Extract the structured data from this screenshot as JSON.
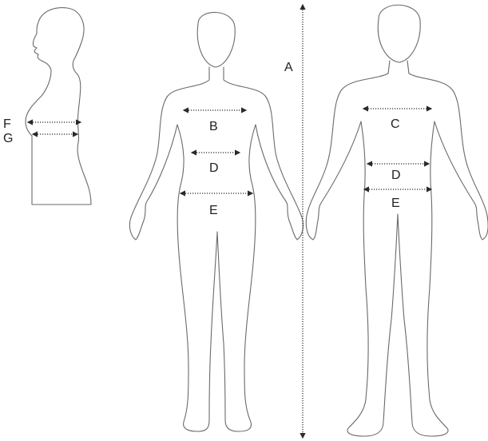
{
  "figures": {
    "side_bust": {
      "label_bust": "F",
      "label_underbust": "G"
    },
    "female": {
      "label_bust": "B",
      "label_waist": "D",
      "label_hip": "E"
    },
    "male": {
      "label_chest": "C",
      "label_waist": "D",
      "label_hip": "E"
    }
  },
  "height_marker": {
    "label": "A"
  },
  "colors": {
    "outline": "#6a6a6a",
    "measure_line": "#2a2a2a",
    "label": "#222222"
  }
}
